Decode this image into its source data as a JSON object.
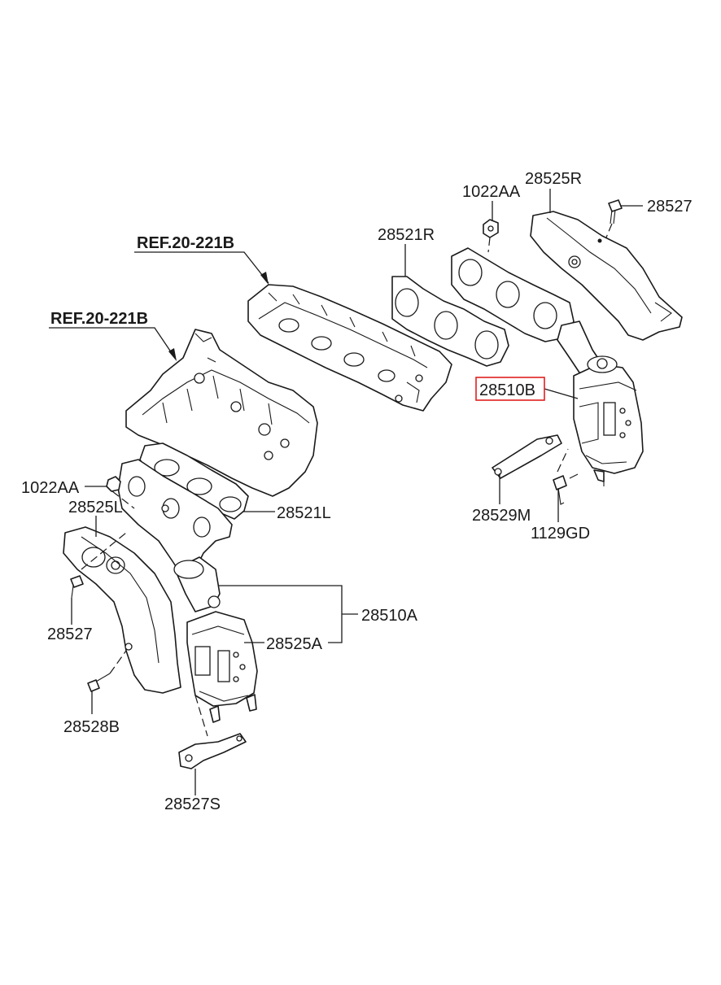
{
  "ref_labels": {
    "upper": "REF.20-221B",
    "lower": "REF.20-221B"
  },
  "part_labels": {
    "nut_right": "1022AA",
    "heat_shield_right": "28525R",
    "bolt_right": "28527",
    "gasket_right": "28521R",
    "converter_right": "28510B",
    "bracket_right": "28529M",
    "bolt_bracket": "1129GD",
    "nut_left": "1022AA",
    "heat_shield_left": "28525L",
    "gasket_left": "28521L",
    "bolt_left": "28527",
    "converter_assy_left": "28510A",
    "converter_left": "28525A",
    "bolt_lower": "28528B",
    "bracket_left": "28527S"
  },
  "highlight": {
    "part": "28510B",
    "color": "#e02020"
  }
}
